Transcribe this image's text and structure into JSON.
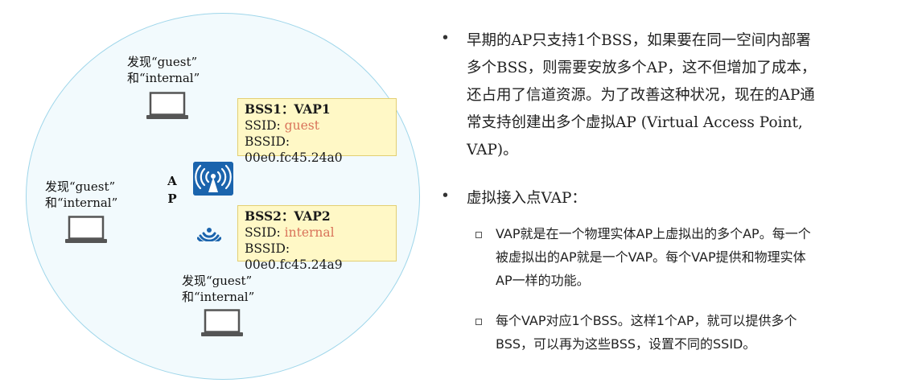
{
  "diagram": {
    "ap_label": [
      "A",
      "P"
    ],
    "clients": [
      {
        "line1": "发现“guest”",
        "line2": "和“internal”"
      },
      {
        "line1": "发现“guest”",
        "line2": "和“internal”"
      },
      {
        "line1": "发现“guest”",
        "line2": "和“internal”"
      }
    ],
    "bss1": {
      "title": "BSS1：VAP1",
      "ssid_label": "SSID: ",
      "ssid_value": "guest",
      "bssid_label": "BSSID:",
      "bssid_value": "00e0.fc45.24a0"
    },
    "bss2": {
      "title": "BSS2：VAP2",
      "ssid_label": "SSID: ",
      "ssid_value": "internal",
      "bssid_label": "BSSID:",
      "bssid_value": "00e0.fc45.24a9"
    },
    "colors": {
      "coverage_fill": "#f2fafd",
      "coverage_border": "#9fd6ea",
      "ap_icon": "#1b64ad",
      "box_fill": "#fff8c6",
      "ssid_value": "#d9735a"
    },
    "icons": [
      "laptop-icon",
      "ap-icon",
      "wireless-signal-icon"
    ]
  },
  "text": {
    "bullet_symbol": "•",
    "sub_marker": "square-outline",
    "bullet1": {
      "lines": [
        "早期的AP只支持1个BSS，如果要在同一空间内部署",
        "多个BSS，则需要安放多个AP，这不但增加了成本，",
        "还占用了信道资源。为了改善这种状况，现在的AP通",
        "常支持创建出多个虚拟AP (Virtual Access Point,",
        "VAP)。"
      ]
    },
    "bullet2": {
      "heading": "虚拟接入点VAP：",
      "sub_items": [
        {
          "lines": [
            "VAP就是在一个物理实体AP上虚拟出的多个AP。每一个",
            "被虚拟出的AP就是一个VAP。每个VAP提供和物理实体",
            "AP一样的功能。"
          ]
        },
        {
          "lines": [
            "每个VAP对应1个BSS。这样1个AP，就可以提供多个",
            "BSS，可以再为这些BSS，设置不同的SSID。"
          ]
        }
      ]
    }
  }
}
